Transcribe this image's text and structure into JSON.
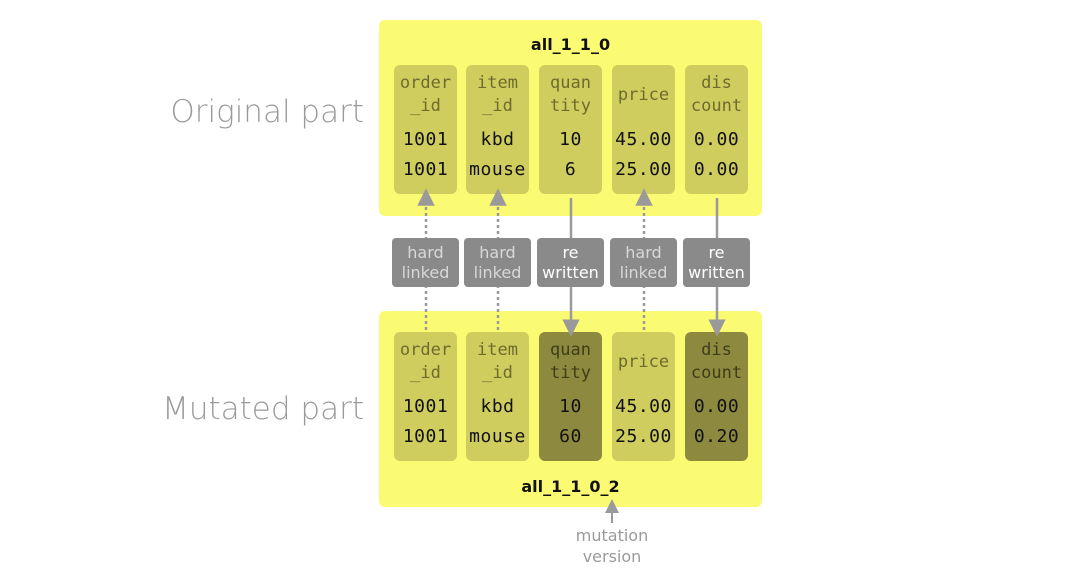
{
  "original": {
    "label": "Original part",
    "title": "all_1_1_0",
    "columns": [
      {
        "header": "order\n_id",
        "values": [
          "1001",
          "1001"
        ]
      },
      {
        "header": "item\n_id",
        "values": [
          "kbd",
          "mouse"
        ]
      },
      {
        "header": "quan\ntity",
        "values": [
          "10",
          "6"
        ]
      },
      {
        "header": "price",
        "values": [
          "45.00",
          "25.00"
        ]
      },
      {
        "header": "dis\ncount",
        "values": [
          "0.00",
          "0.00"
        ]
      }
    ]
  },
  "mutated": {
    "label": "Mutated part",
    "title": "all_1_1_0_2",
    "columns": [
      {
        "header": "order\n_id",
        "values": [
          "1001",
          "1001"
        ]
      },
      {
        "header": "item\n_id",
        "values": [
          "kbd",
          "mouse"
        ]
      },
      {
        "header": "quan\ntity",
        "values": [
          "10",
          "60"
        ]
      },
      {
        "header": "price",
        "values": [
          "45.00",
          "25.00"
        ]
      },
      {
        "header": "dis\ncount",
        "values": [
          "0.00",
          "0.20"
        ]
      }
    ]
  },
  "badges": [
    "hard\nlinked",
    "hard\nlinked",
    "re\nwritten",
    "hard\nlinked",
    "re\nwritten"
  ],
  "note": "mutation\nversion",
  "colors": {
    "panel": "#fbfb73",
    "column": "#cfcd5e",
    "column_changed": "#8d8a3f",
    "badge": "#8a8a8a",
    "arrow": "#9a9a9a"
  }
}
